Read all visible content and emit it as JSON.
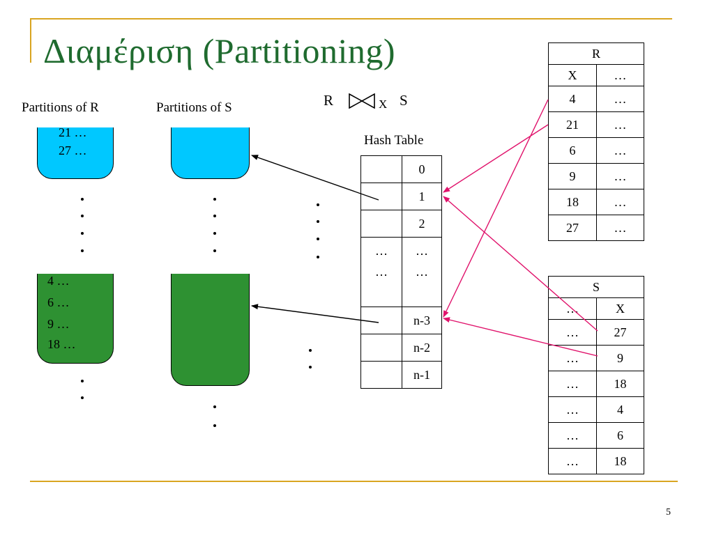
{
  "title": "Διαμέριση (Partitioning)",
  "join": {
    "left": "R",
    "symbol": "⋈",
    "sub": "X",
    "right": "S"
  },
  "partitions_r_label": "Partitions of R",
  "partitions_s_label": "Partitions of S",
  "bucket_r_top": [
    "21 …",
    "27 …"
  ],
  "bucket_r_bottom": [
    "4 …",
    "6 …",
    "9 …",
    "18 …"
  ],
  "hash_table": {
    "label": "Hash Table",
    "rows": [
      {
        "left": "",
        "right": "0"
      },
      {
        "left": "",
        "right": "1"
      },
      {
        "left": "",
        "right": "2"
      },
      {
        "left": "…\n…",
        "right": "…\n…"
      },
      {
        "left": "",
        "right": "n-3"
      },
      {
        "left": "",
        "right": "n-2"
      },
      {
        "left": "",
        "right": "n-1"
      }
    ]
  },
  "relation_r": {
    "name": "R",
    "header": [
      "X",
      "…"
    ],
    "rows": [
      [
        "4",
        "…"
      ],
      [
        "21",
        "…"
      ],
      [
        "6",
        "…"
      ],
      [
        "9",
        "…"
      ],
      [
        "18",
        "…"
      ],
      [
        "27",
        "…"
      ]
    ]
  },
  "relation_s": {
    "name": "S",
    "header": [
      "…",
      "X"
    ],
    "rows": [
      [
        "…",
        "27"
      ],
      [
        "…",
        "9"
      ],
      [
        "…",
        "18"
      ],
      [
        "…",
        "4"
      ],
      [
        "…",
        "6"
      ],
      [
        "…",
        "18"
      ]
    ]
  },
  "page_number": "5",
  "colors": {
    "title": "#1f6b2f",
    "rule": "#d9a521",
    "bucket_blue": "#00c8ff",
    "bucket_green": "#2e9132",
    "arrow_pink": "#e0126b"
  }
}
